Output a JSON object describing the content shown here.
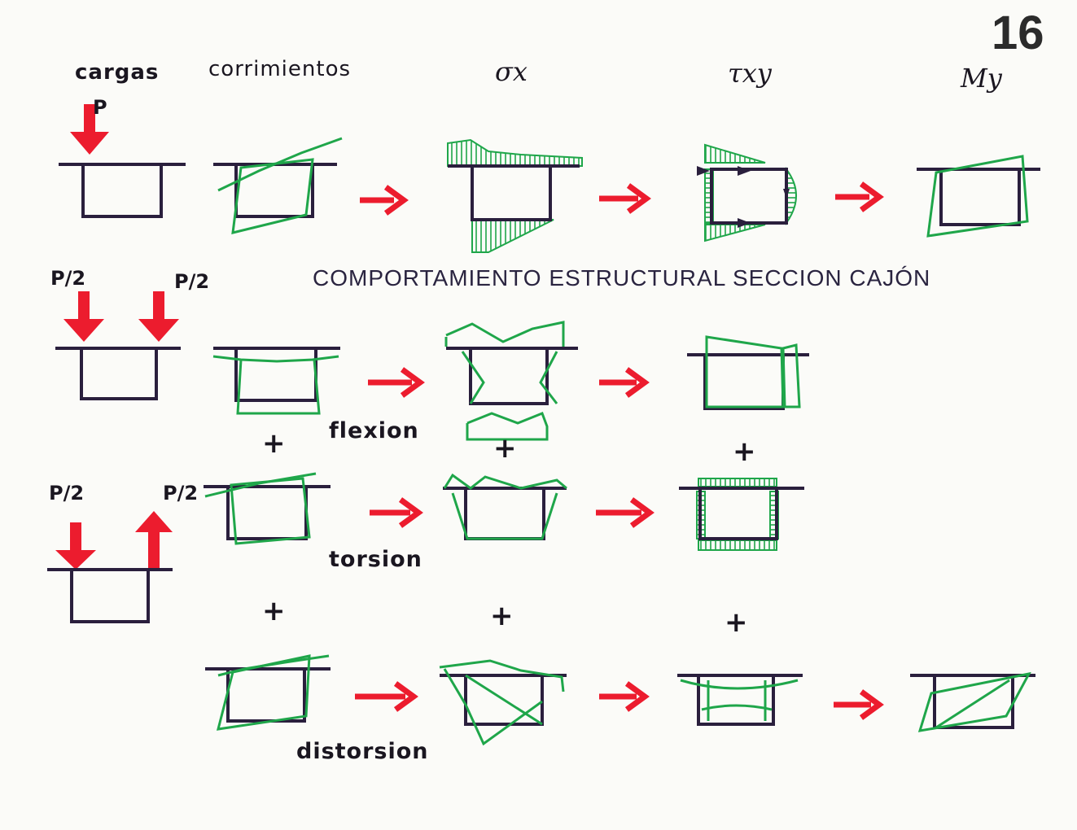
{
  "page_number": "16",
  "headers": {
    "cargas": "cargas",
    "corrimientos": "corrimientos",
    "sigma_x": "σx",
    "tau_xy": "τxy",
    "m_y": "My"
  },
  "title": "COMPORTAMIENTO ESTRUCTURAL SECCION CAJÓN",
  "loads": {
    "p": "P",
    "p2_left_1": "P/2",
    "p2_right_1": "P/2",
    "p2_left_2": "P/2",
    "p2_right_2": "P/2"
  },
  "modes": {
    "flexion": "flexion",
    "torsion": "torsion",
    "distorsion": "distorsion"
  },
  "plus": "+",
  "colors": {
    "ink": "#2a1f3d",
    "arrow": "#ec1c2e",
    "stress": "#1fa64a"
  }
}
